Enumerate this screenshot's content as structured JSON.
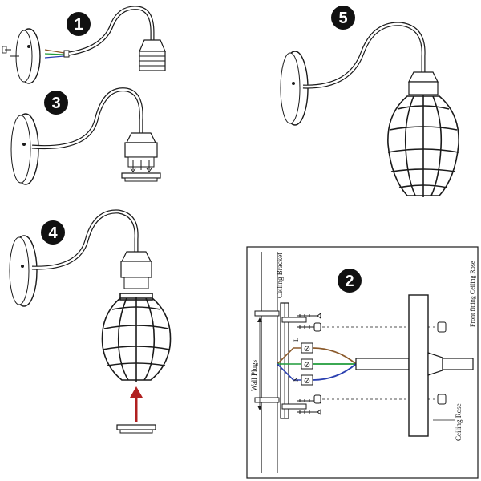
{
  "steps": [
    {
      "id": "step-1",
      "number": "1"
    },
    {
      "id": "step-2",
      "number": "2"
    },
    {
      "id": "step-3",
      "number": "3"
    },
    {
      "id": "step-4",
      "number": "4"
    },
    {
      "id": "step-5",
      "number": "5"
    }
  ],
  "wiring": {
    "ceiling_bracket": "Ceiling Bracket",
    "wall_plugs": "Wall Plugs",
    "front_fitting": "Front fitting Ceiling Rose",
    "ceiling_rose": "Ceiling Rose",
    "terminal_l": "L",
    "terminal_n": "N",
    "terminal_symbol": "⊘"
  },
  "colors": {
    "line": "#1a1a1a",
    "badge": "#111111",
    "wire_live": "#8b5a2b",
    "wire_earth": "#1f9b3a",
    "wire_neutral": "#2a3fb0",
    "arrow": "#b02020"
  }
}
